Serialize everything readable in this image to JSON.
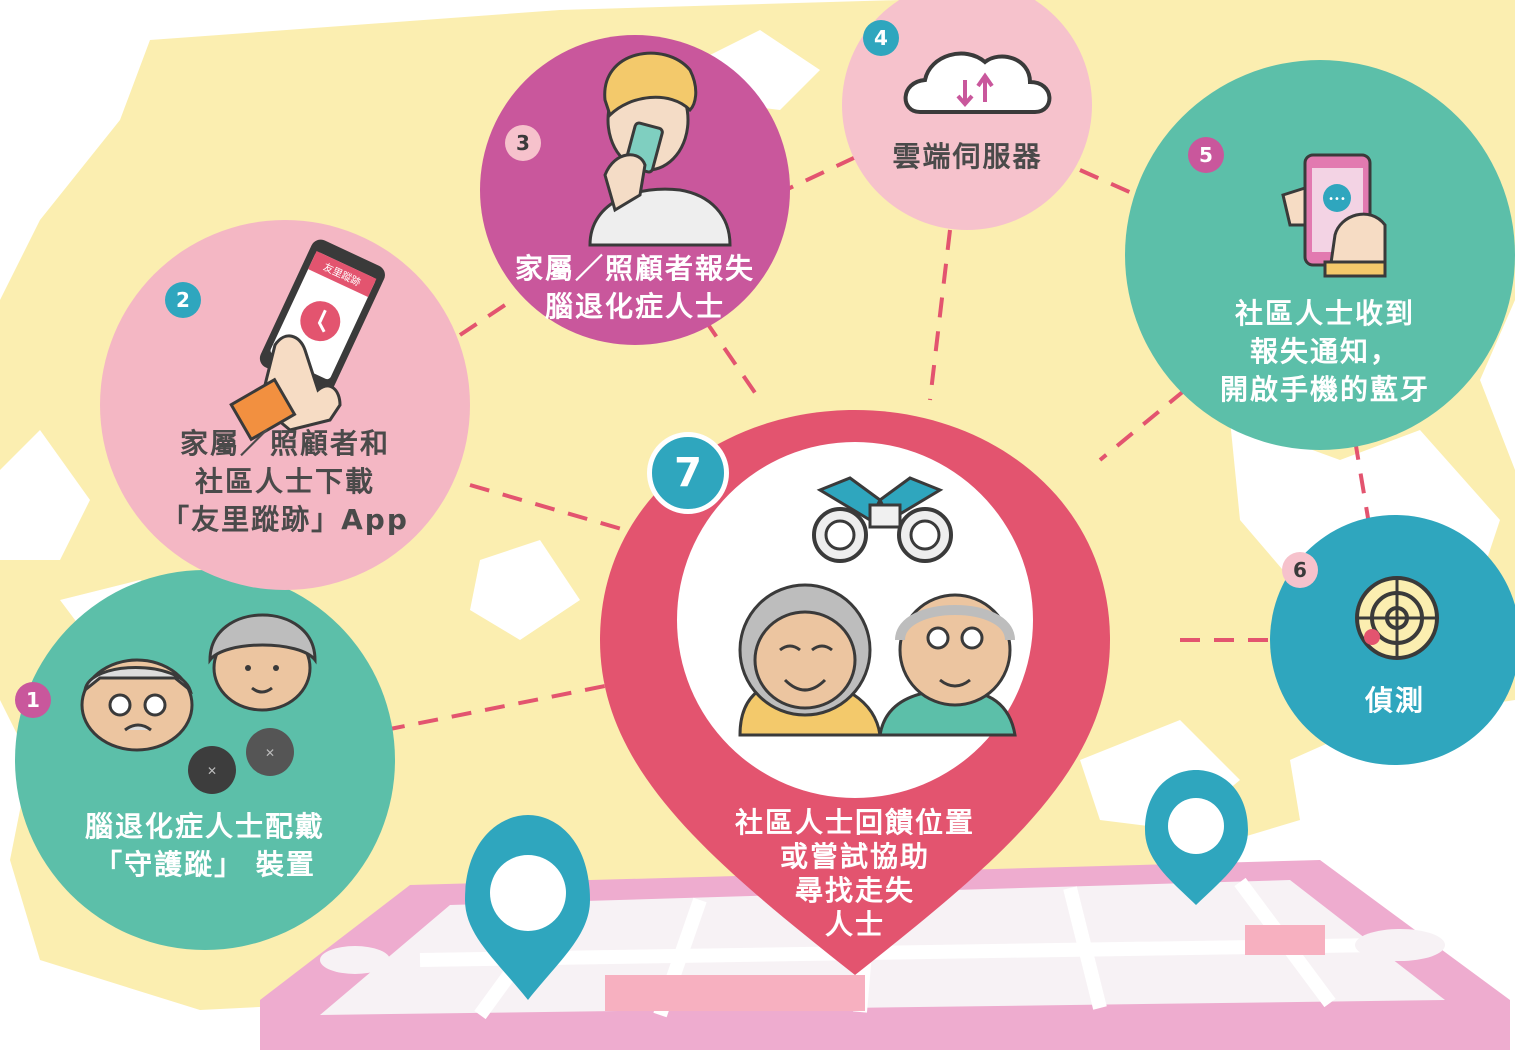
{
  "colors": {
    "map_land": "#fbeeb0",
    "teal": "#5cbfa9",
    "pink": "#f4b7c4",
    "magenta": "#c9579c",
    "light_pink": "#f6c2cc",
    "red_pin": "#e3546f",
    "blue": "#2fa6be",
    "phone": "#eeaccf",
    "connector": "#e3546f"
  },
  "steps": [
    {
      "number": "1",
      "lines": [
        "腦退化症人士配戴",
        "「守護蹤」 裝置"
      ],
      "icon": "elderly-couple-with-tracker-icon"
    },
    {
      "number": "2",
      "lines": [
        "家屬／照顧者和",
        "社區人士下載",
        "「友里蹤跡」App"
      ],
      "icon": "hand-on-phone-app-icon"
    },
    {
      "number": "3",
      "lines": [
        "家屬／照顧者報失",
        "腦退化症人士"
      ],
      "icon": "person-on-phone-icon"
    },
    {
      "number": "4",
      "lines": [
        "雲端伺服器"
      ],
      "icon": "cloud-sync-icon"
    },
    {
      "number": "5",
      "lines": [
        "社區人士收到",
        "報失通知，",
        "開啟手機的藍牙"
      ],
      "icon": "hand-holding-phone-icon"
    },
    {
      "number": "6",
      "lines": [
        "偵測"
      ],
      "icon": "radar-icon"
    },
    {
      "number": "7",
      "lines": [
        "社區人士回饋位置",
        "或嘗試協助",
        "尋找走失",
        "人士"
      ],
      "icon": "binoculars-and-elderly-couple-icon"
    }
  ],
  "step2_phone_screen_text": "友里蹤跡"
}
